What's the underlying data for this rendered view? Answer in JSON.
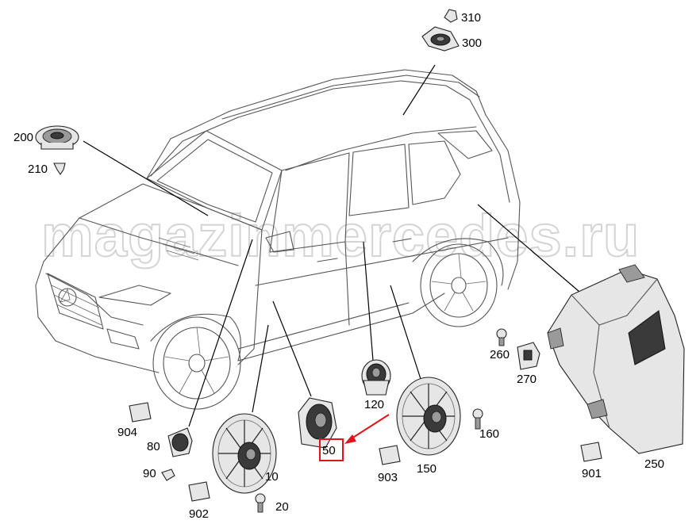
{
  "watermark": "magazinmercedes.ru",
  "callout_color": "#e0141c",
  "parts": {
    "p10": "10",
    "p20": "20",
    "p50": "50",
    "p80": "80",
    "p90": "90",
    "p120": "120",
    "p150": "150",
    "p160": "160",
    "p200": "200",
    "p210": "210",
    "p250": "250",
    "p260": "260",
    "p270": "270",
    "p300": "300",
    "p310": "310",
    "p901": "901",
    "p902": "902",
    "p903": "903",
    "p904": "904"
  },
  "icons": {
    "highlight": "red-arrow-icon",
    "speaker": "speaker-icon",
    "screw": "screw-icon",
    "clip": "clip-icon",
    "foam_pad": "foam-pad-icon"
  }
}
